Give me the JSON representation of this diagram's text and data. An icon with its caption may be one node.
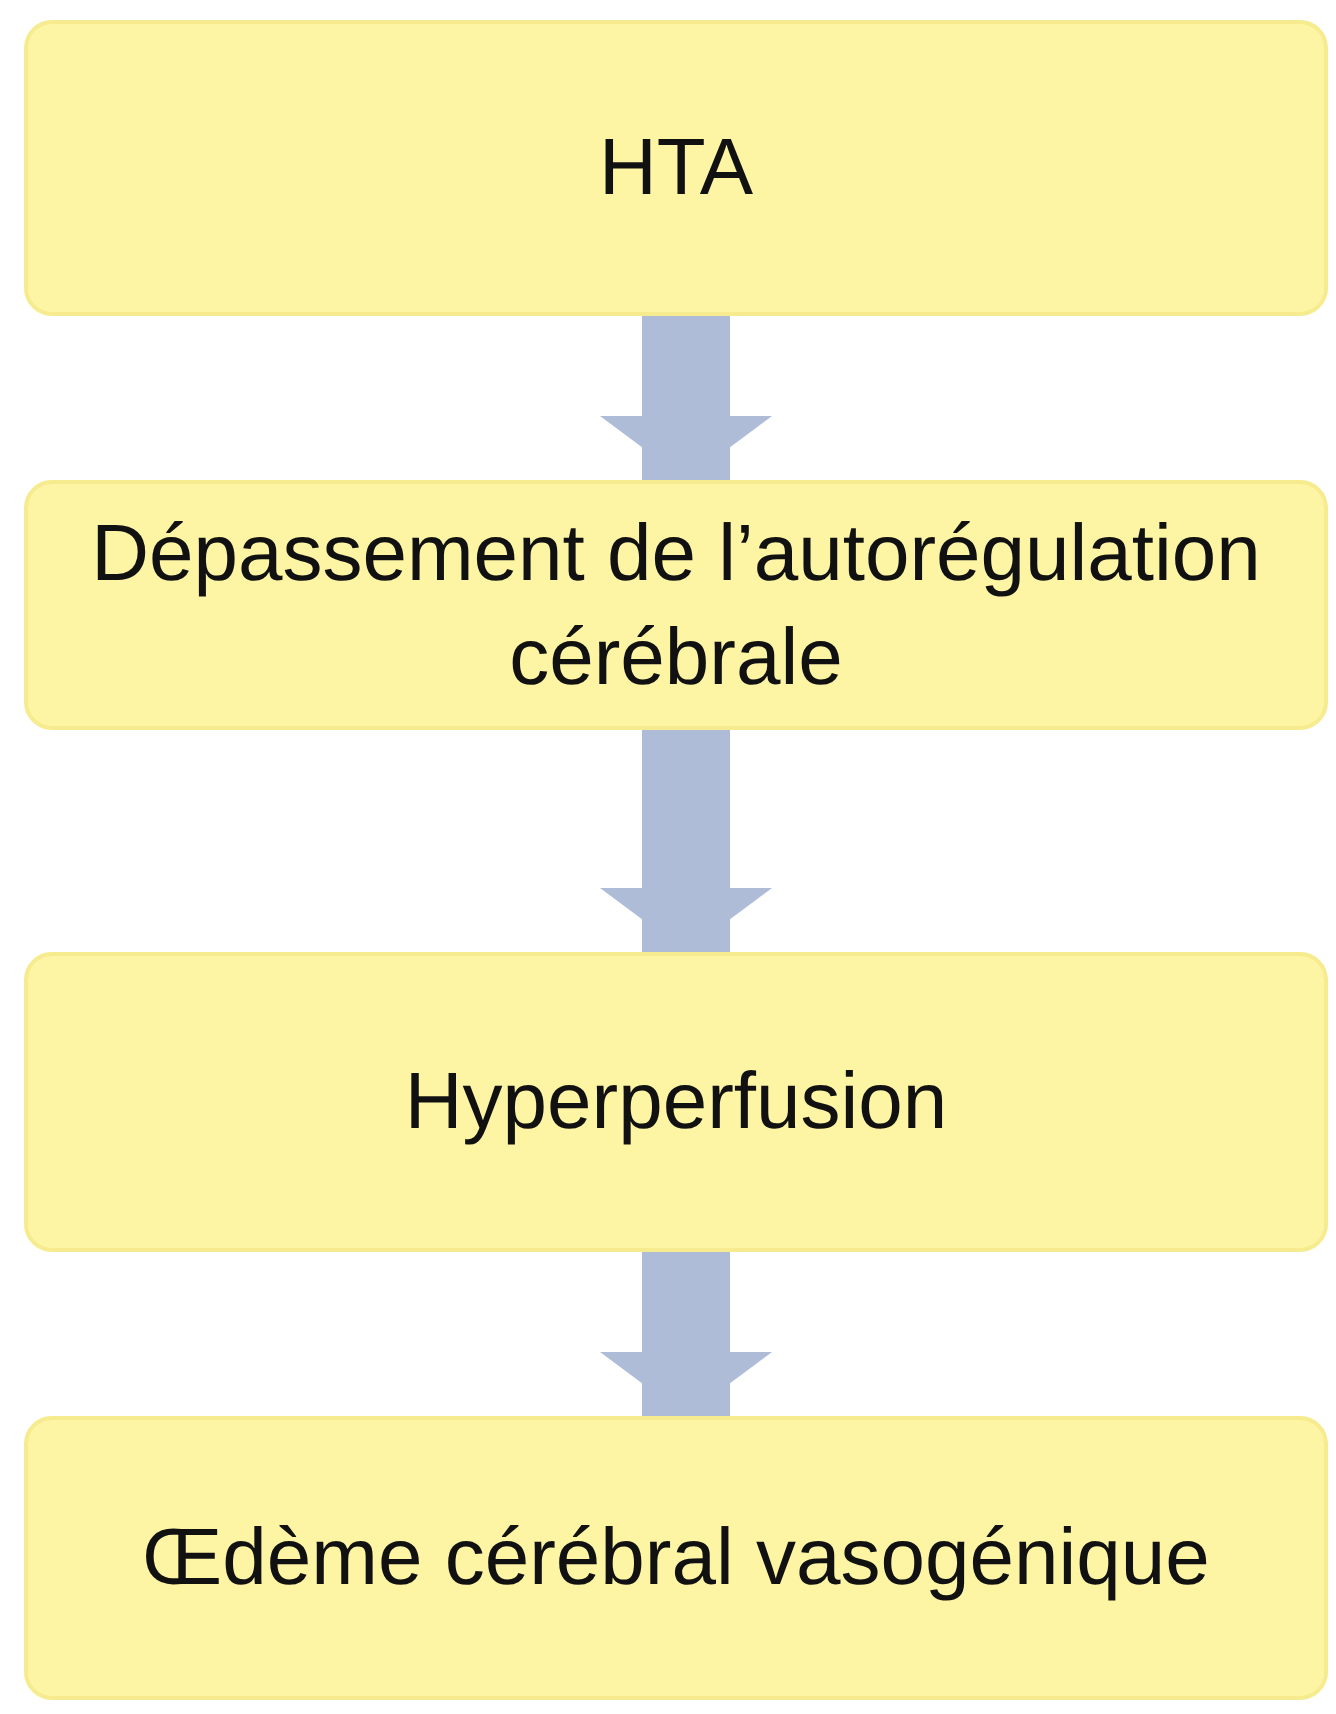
{
  "diagram": {
    "nodes": [
      {
        "text": [
          "HTA"
        ]
      },
      {
        "text": [
          "Dépassement de l’autorégulation cérébrale"
        ]
      },
      {
        "text": [
          "Hyperperfusion"
        ]
      },
      {
        "text": [
          "Œdème cérébral vasogénique"
        ]
      }
    ],
    "edges": [
      {
        "from": 0,
        "to": 1,
        "arrow": "to"
      },
      {
        "from": 1,
        "to": 2,
        "arrow": "to"
      },
      {
        "from": 2,
        "to": 3,
        "arrow": "to"
      }
    ]
  }
}
